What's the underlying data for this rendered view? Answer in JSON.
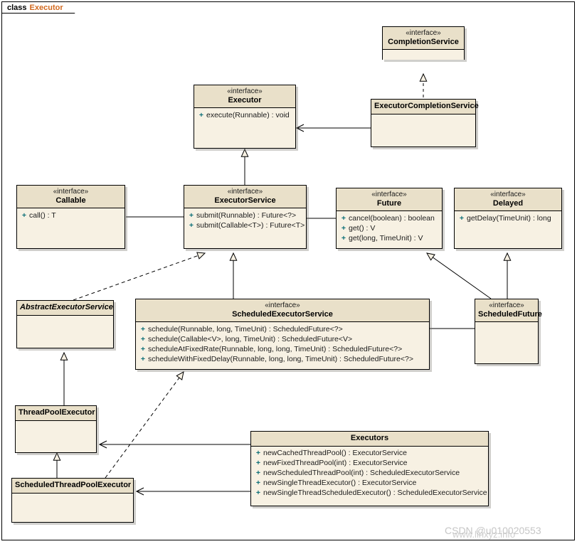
{
  "diagram": {
    "tab_keyword": "class",
    "tab_name": "Executor",
    "colors": {
      "header_fill": "#e9e0c9",
      "body_fill": "#f7f1e3",
      "border": "#000000",
      "visibility_marker": "#0b6e77",
      "tab_name_color": "#d2691e"
    }
  },
  "watermarks": {
    "csdn": "CSDN @u010020553",
    "site": "www.linxyz.info"
  },
  "classes": {
    "completion_service": {
      "stereotype": "«interface»",
      "name": "CompletionService",
      "members": []
    },
    "executor": {
      "stereotype": "«interface»",
      "name": "Executor",
      "members": [
        {
          "visibility": "+",
          "signature": "execute(Runnable) : void"
        }
      ]
    },
    "executor_completion_service": {
      "stereotype": "",
      "name": "ExecutorCompletionService",
      "members": []
    },
    "callable": {
      "stereotype": "«interface»",
      "name": "Callable",
      "members": [
        {
          "visibility": "+",
          "signature": "call() : T"
        }
      ]
    },
    "executor_service": {
      "stereotype": "«interface»",
      "name": "ExecutorService",
      "members": [
        {
          "visibility": "+",
          "signature": "submit(Runnable) : Future<?>"
        },
        {
          "visibility": "+",
          "signature": "submit(Callable<T>) : Future<T>"
        }
      ]
    },
    "future": {
      "stereotype": "«interface»",
      "name": "Future",
      "members": [
        {
          "visibility": "+",
          "signature": "cancel(boolean) : boolean"
        },
        {
          "visibility": "+",
          "signature": "get() : V"
        },
        {
          "visibility": "+",
          "signature": "get(long, TimeUnit) : V"
        }
      ]
    },
    "delayed": {
      "stereotype": "«interface»",
      "name": "Delayed",
      "members": [
        {
          "visibility": "+",
          "signature": "getDelay(TimeUnit) : long"
        }
      ]
    },
    "abstract_executor_service": {
      "stereotype": "",
      "name": "AbstractExecutorService",
      "abstract": true,
      "members": []
    },
    "scheduled_executor_service": {
      "stereotype": "«interface»",
      "name": "ScheduledExecutorService",
      "members": [
        {
          "visibility": "+",
          "signature": "schedule(Runnable, long, TimeUnit) : ScheduledFuture<?>"
        },
        {
          "visibility": "+",
          "signature": "schedule(Callable<V>, long, TimeUnit) : ScheduledFuture<V>"
        },
        {
          "visibility": "+",
          "signature": "scheduleAtFixedRate(Runnable, long, long, TimeUnit) : ScheduledFuture<?>"
        },
        {
          "visibility": "+",
          "signature": "scheduleWithFixedDelay(Runnable, long, long, TimeUnit) : ScheduledFuture<?>"
        }
      ]
    },
    "scheduled_future": {
      "stereotype": "«interface»",
      "name": "ScheduledFuture",
      "members": []
    },
    "thread_pool_executor": {
      "stereotype": "",
      "name": "ThreadPoolExecutor",
      "members": []
    },
    "scheduled_thread_pool_executor": {
      "stereotype": "",
      "name": "ScheduledThreadPoolExecutor",
      "members": []
    },
    "executors": {
      "stereotype": "",
      "name": "Executors",
      "members": [
        {
          "visibility": "+",
          "signature": "newCachedThreadPool() : ExecutorService"
        },
        {
          "visibility": "+",
          "signature": "newFixedThreadPool(int) : ExecutorService"
        },
        {
          "visibility": "+",
          "signature": "newScheduledThreadPool(int) : ScheduledExecutorService"
        },
        {
          "visibility": "+",
          "signature": "newSingleThreadExecutor() : ExecutorService"
        },
        {
          "visibility": "+",
          "signature": "newSingleThreadScheduledExecutor() : ScheduledExecutorService"
        }
      ]
    }
  },
  "relationships": [
    {
      "from": "ExecutorCompletionService",
      "to": "CompletionService",
      "type": "realization"
    },
    {
      "from": "ExecutorCompletionService",
      "to": "Executor",
      "type": "dependency"
    },
    {
      "from": "ExecutorService",
      "to": "Executor",
      "type": "generalization"
    },
    {
      "from": "Callable",
      "to": "ExecutorService",
      "type": "association"
    },
    {
      "from": "ExecutorService",
      "to": "Future",
      "type": "association"
    },
    {
      "from": "AbstractExecutorService",
      "to": "ExecutorService",
      "type": "realization"
    },
    {
      "from": "ScheduledExecutorService",
      "to": "ExecutorService",
      "type": "generalization"
    },
    {
      "from": "ScheduledFuture",
      "to": "Future",
      "type": "generalization"
    },
    {
      "from": "ScheduledFuture",
      "to": "Delayed",
      "type": "generalization"
    },
    {
      "from": "ScheduledExecutorService",
      "to": "ScheduledFuture",
      "type": "association"
    },
    {
      "from": "ThreadPoolExecutor",
      "to": "AbstractExecutorService",
      "type": "generalization"
    },
    {
      "from": "ScheduledThreadPoolExecutor",
      "to": "ThreadPoolExecutor",
      "type": "generalization"
    },
    {
      "from": "ScheduledThreadPoolExecutor",
      "to": "ScheduledExecutorService",
      "type": "realization"
    },
    {
      "from": "Executors",
      "to": "ThreadPoolExecutor",
      "type": "dependency"
    },
    {
      "from": "Executors",
      "to": "ScheduledThreadPoolExecutor",
      "type": "dependency"
    }
  ]
}
